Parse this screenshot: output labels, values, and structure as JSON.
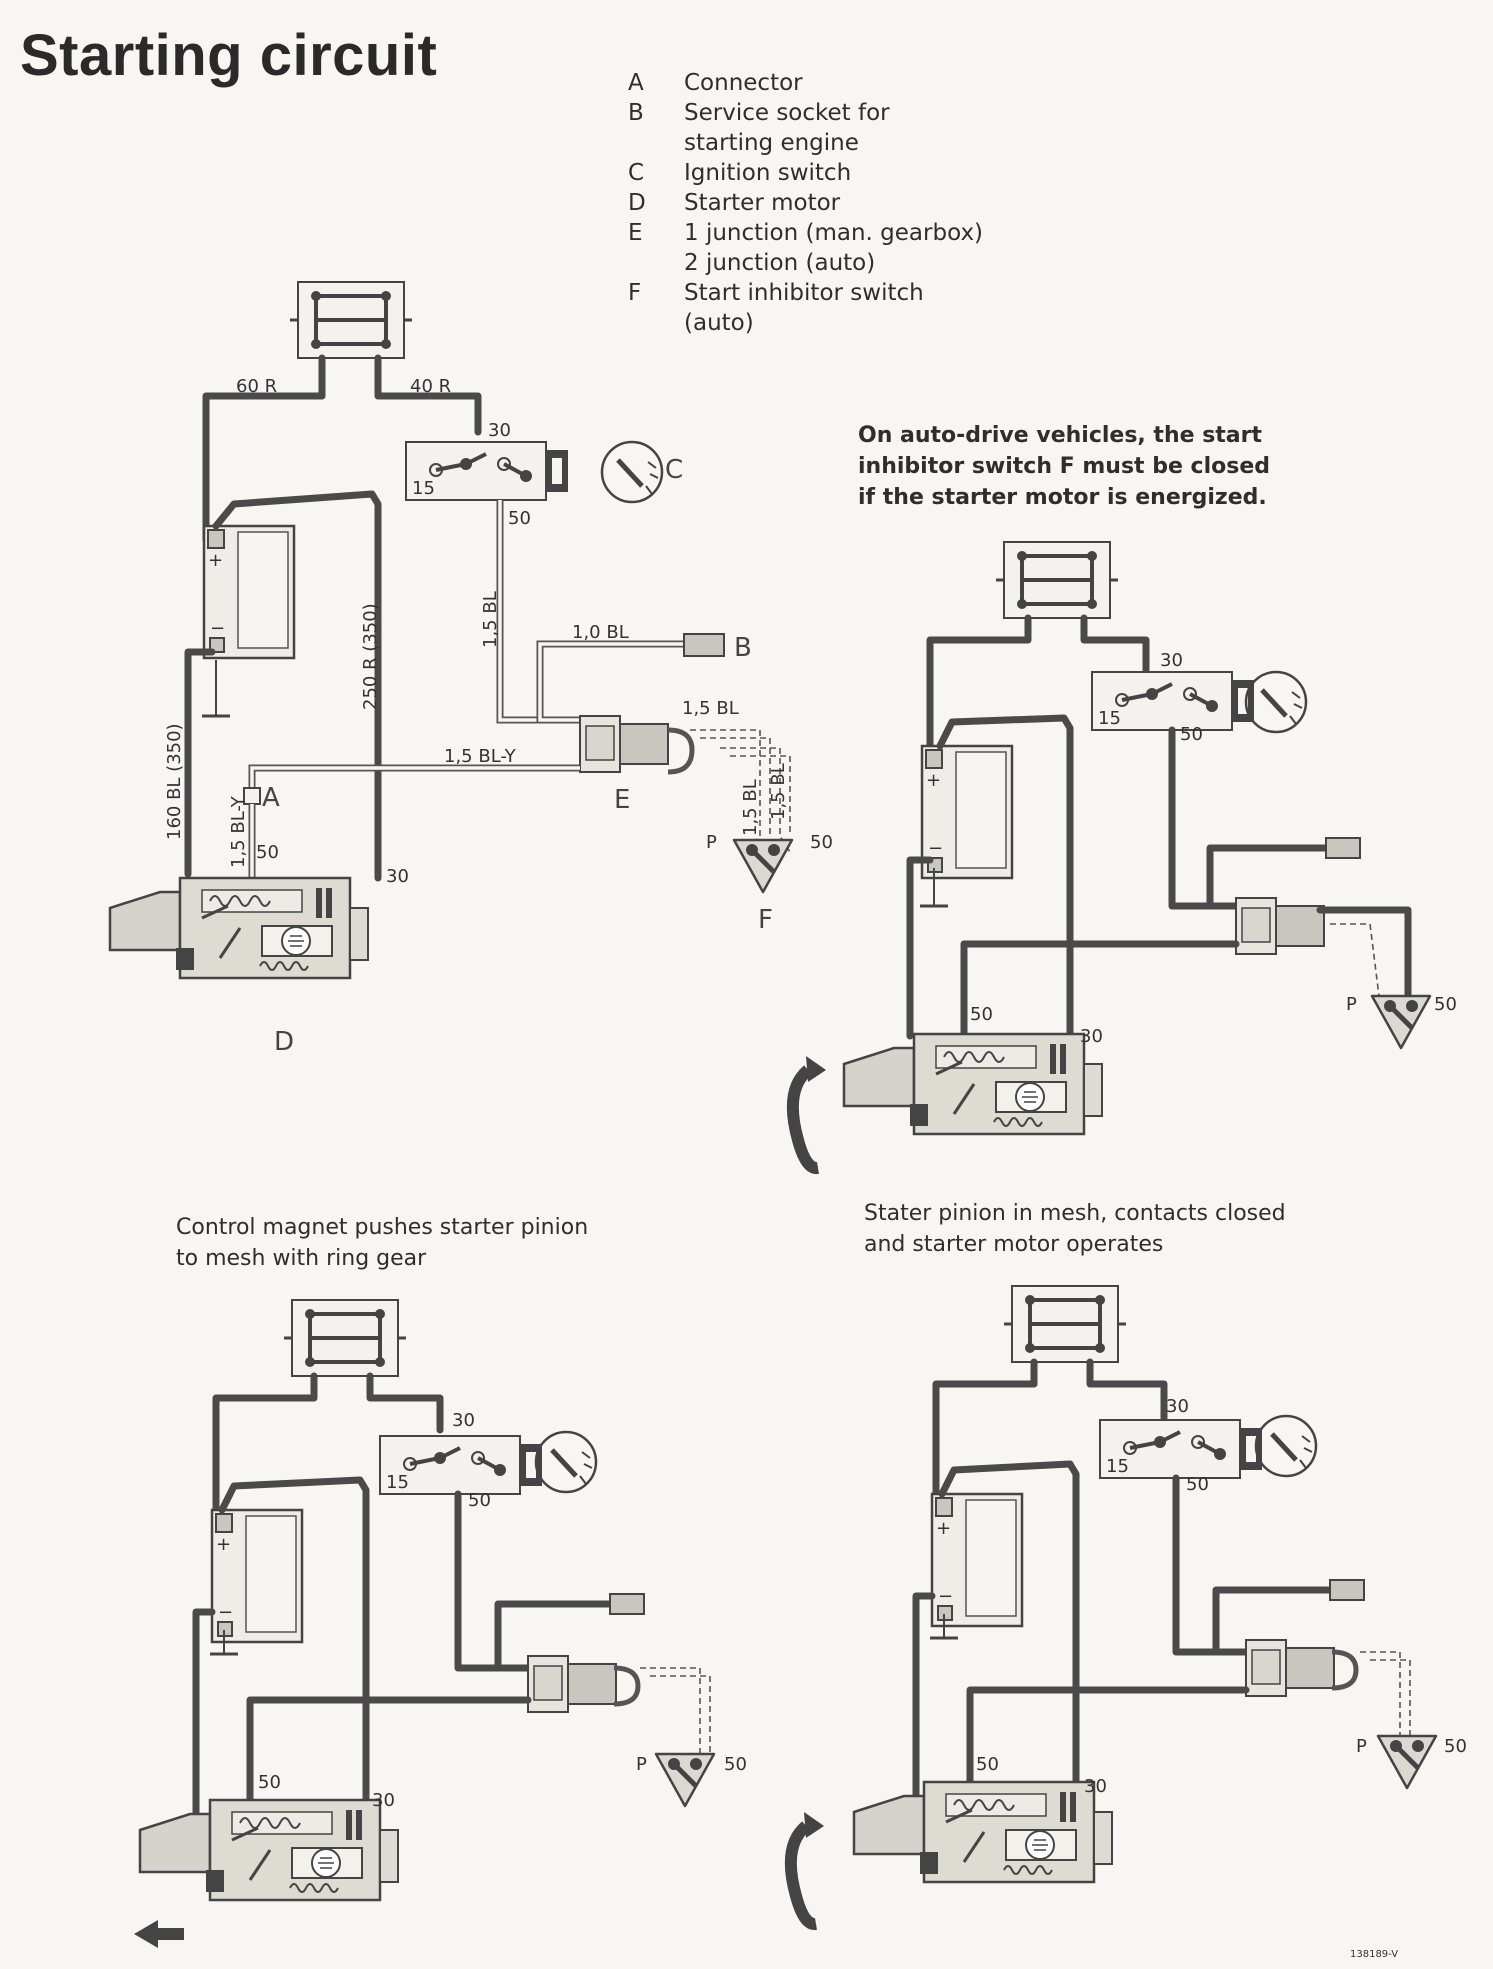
{
  "title": "Starting circuit",
  "legend": [
    {
      "key": "A",
      "text": "Connector"
    },
    {
      "key": "B",
      "text": "Service socket for starting engine"
    },
    {
      "key": "C",
      "text": "Ignition switch"
    },
    {
      "key": "D",
      "text": "Starter motor"
    },
    {
      "key": "E",
      "text": "1 junction (man. gearbox) 2 junction (auto)"
    },
    {
      "key": "F",
      "text": "Start inhibitor switch (auto)"
    }
  ],
  "notes": {
    "auto": "On auto-drive vehicles, the start inhibitor switch F must be closed if the starter motor is energized.",
    "magnet": "Control magnet pushes starter pinion to mesh with ring gear",
    "mesh": "Stater pinion in mesh, contacts closed and starter motor operates"
  },
  "diagram_main": {
    "wire_labels": {
      "w60r": "60 R",
      "w40r": "40 R",
      "w250r": "250 R (350)",
      "w160bl": "160 BL (350)",
      "w15bl": "1,5 BL",
      "w10bl": "1,0 BL",
      "w15bly": "1,5 BL-Y",
      "w15bl_e": "1,5 BL",
      "w15bly_a": "1,5 BL-Y",
      "w15bl_f1": "1,5 BL",
      "w15bl_f2": "1,5 BL"
    },
    "terminals": {
      "t30": "30",
      "t50": "50",
      "t15": "15"
    },
    "components": {
      "A": "A",
      "B": "B",
      "C": "C",
      "D": "D",
      "E": "E",
      "F": "F",
      "P": "P"
    }
  },
  "diagram_labels": {
    "t30": "30",
    "t50": "50",
    "p": "P"
  },
  "figure_code": "138189-V"
}
